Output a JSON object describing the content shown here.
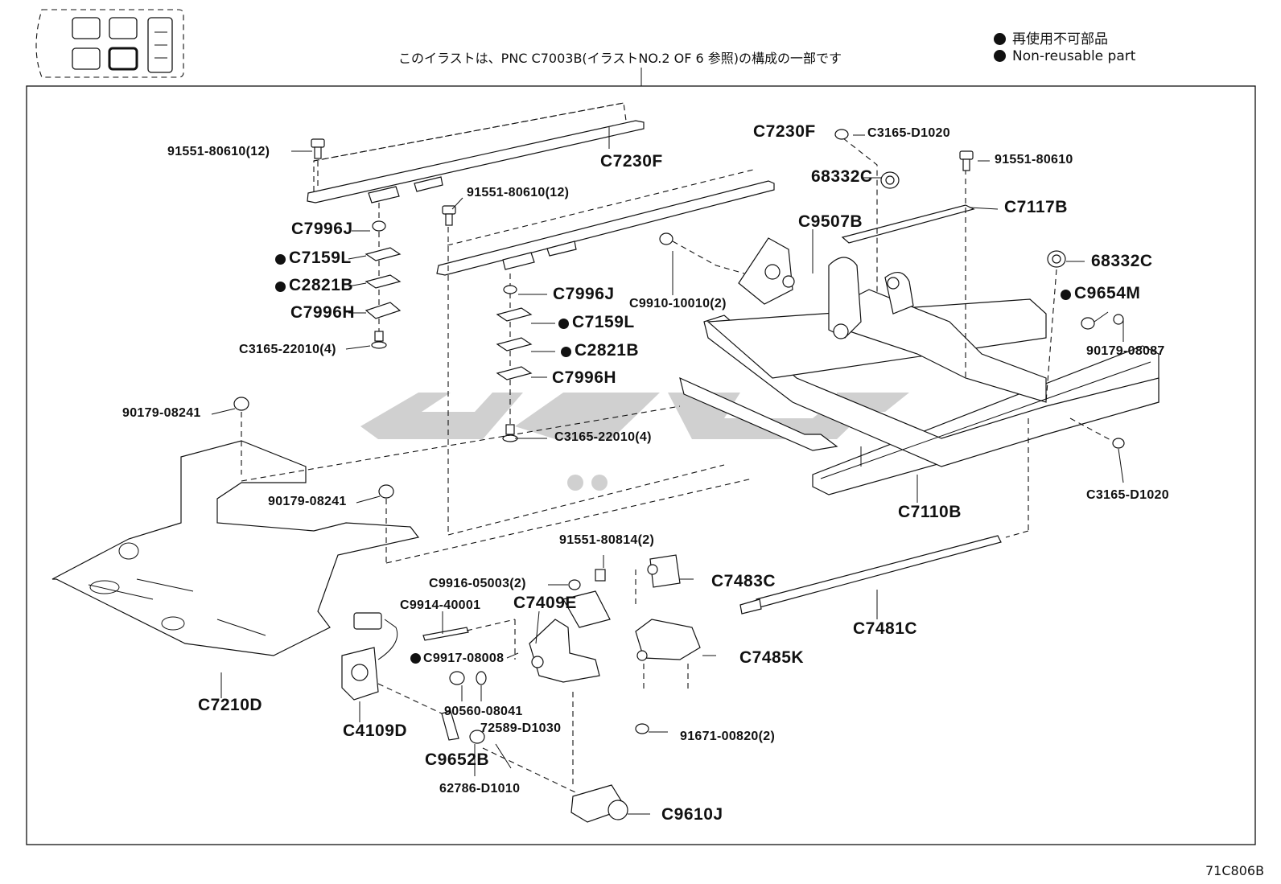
{
  "header": {
    "caption": "このイラストは、PNC C7003B(イラストNO.2 OF 6 参照)の構成の一部です",
    "legend": [
      {
        "marker": "filled-circle",
        "text": "再使用不可部品"
      },
      {
        "marker": "filled-circle",
        "text": "Non-reusable part"
      }
    ]
  },
  "reference_code": "71C806B",
  "parts": {
    "p_91551_80610_12_a": "91551-80610(12)",
    "p_c7230f_a": "C7230F",
    "p_c7230f_b": "C7230F",
    "p_91551_80610_12_b": "91551-80610(12)",
    "p_c7996j_a": "C7996J",
    "p_c7159l_a": "C7159L",
    "p_c2821b_a": "C2821B",
    "p_c7996h_a": "C7996H",
    "p_c3165_22010_a": "C3165-22010(4)",
    "p_c3165_d1020_a": "C3165-D1020",
    "p_91551_80610": "91551-80610",
    "p_68332c_a": "68332C",
    "p_c7117b": "C7117B",
    "p_c9507b": "C9507B",
    "p_68332c_b": "68332C",
    "p_c9654m": "C9654M",
    "p_c9910_10010": "C9910-10010(2)",
    "p_c7996j_b": "C7996J",
    "p_c7159l_b": "C7159L",
    "p_c2821b_b": "C2821B",
    "p_c7996h_b": "C7996H",
    "p_90179_08087": "90179-08087",
    "p_c3165_22010_b": "C3165-22010(4)",
    "p_90179_08241_a": "90179-08241",
    "p_90179_08241_b": "90179-08241",
    "p_c3165_d1020_b": "C3165-D1020",
    "p_c7110b": "C7110B",
    "p_91551_80814": "91551-80814(2)",
    "p_c7483c": "C7483C",
    "p_c9916_05003": "C9916-05003(2)",
    "p_c9914_40001": "C9914-40001",
    "p_c7409e": "C7409E",
    "p_c7481c": "C7481C",
    "p_c9917_08008": "C9917-08008",
    "p_c7485k": "C7485K",
    "p_c7210d": "C7210D",
    "p_90560_08041": "90560-08041",
    "p_72589_d1030": "72589-D1030",
    "p_c4109d": "C4109D",
    "p_91671_00820": "91671-00820(2)",
    "p_c9652b": "C9652B",
    "p_62786_d1010": "62786-D1010",
    "p_c9610j": "C9610J"
  },
  "colors": {
    "line": "#111111",
    "watermark": "#c8c8c8",
    "background": "#ffffff"
  }
}
